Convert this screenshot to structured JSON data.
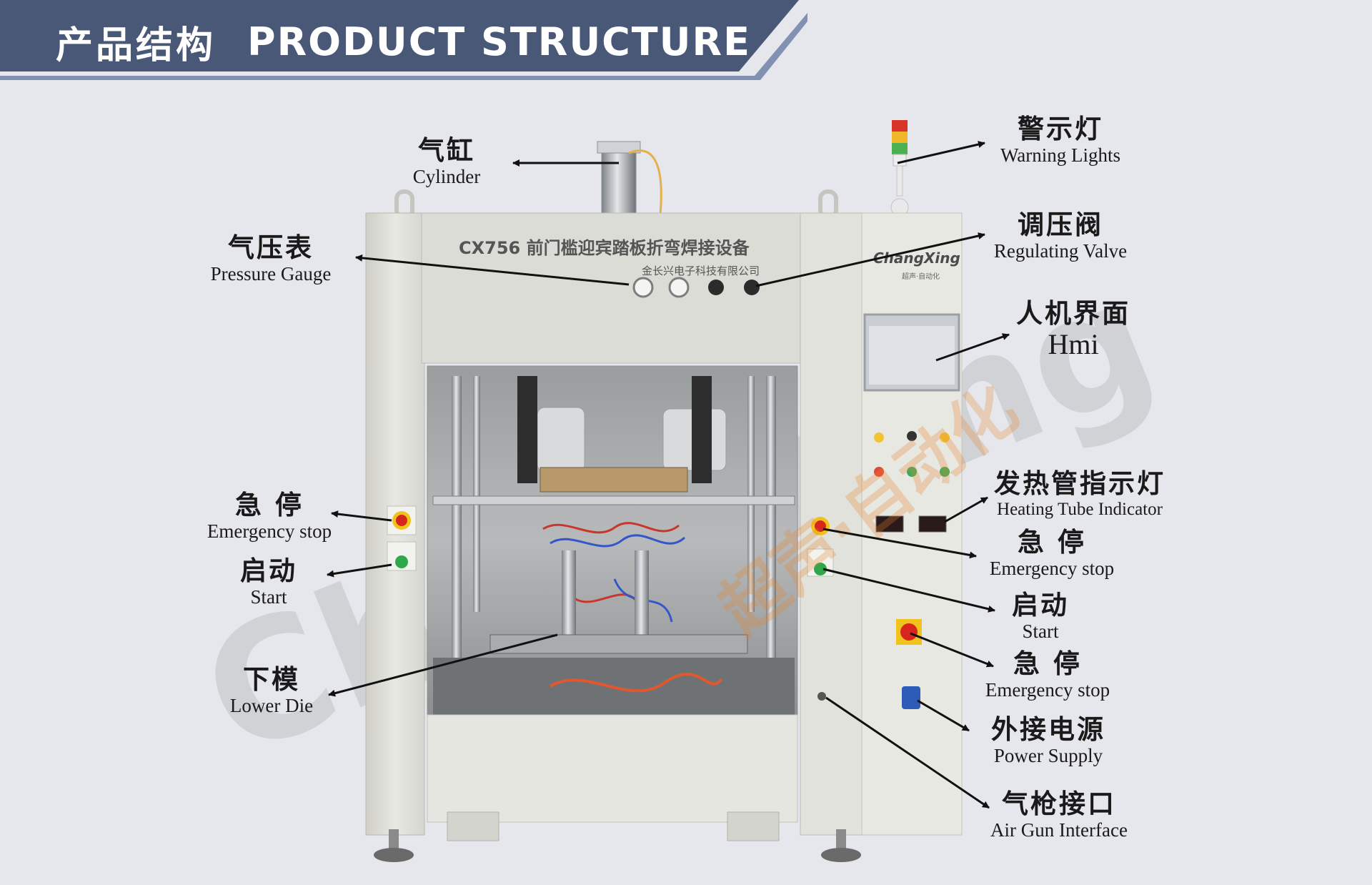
{
  "header": {
    "title_cn": "产品结构",
    "title_en": "PRODUCT STRUCTURE",
    "band_color": "#4a5878",
    "stripe_color": "#8290b2"
  },
  "machine": {
    "model_title": "CX756 前门槛迎宾踏板折弯焊接设备",
    "company": "金长兴电子科技有限公司",
    "brand_logo": "ChangXing",
    "brand_sub": "超声·自动化"
  },
  "watermark": {
    "text_en": "ChangXing",
    "text_cn": "超声·自动化",
    "color_en": "#8a8a8a",
    "color_cn": "#e8842a"
  },
  "callouts": [
    {
      "key": "cylinder",
      "cn": "气缸",
      "en": "Cylinder"
    },
    {
      "key": "pressure_gauge",
      "cn": "气压表",
      "en": "Pressure Gauge"
    },
    {
      "key": "emergency_stop_left",
      "cn": "急 停",
      "en": "Emergency stop"
    },
    {
      "key": "start_left",
      "cn": "启动",
      "en": "Start"
    },
    {
      "key": "lower_die",
      "cn": "下模",
      "en": "Lower Die"
    },
    {
      "key": "warning_lights",
      "cn": "警示灯",
      "en": "Warning Lights"
    },
    {
      "key": "regulating_valve",
      "cn": "调压阀",
      "en": "Regulating Valve"
    },
    {
      "key": "hmi",
      "cn": "人机界面",
      "en": "Hmi"
    },
    {
      "key": "heating_tube_indicator",
      "cn": "发热管指示灯",
      "en": "Heating Tube Indicator"
    },
    {
      "key": "emergency_stop_right",
      "cn": "急 停",
      "en": "Emergency stop"
    },
    {
      "key": "start_right",
      "cn": "启动",
      "en": "Start"
    },
    {
      "key": "emergency_stop_right_2",
      "cn": "急 停",
      "en": "Emergency stop"
    },
    {
      "key": "power_supply",
      "cn": "外接电源",
      "en": "Power Supply"
    },
    {
      "key": "air_gun_interface",
      "cn": "气枪接口",
      "en": "Air Gun Interface"
    }
  ],
  "icons": [
    "arrow-icon",
    "warning-light-icon",
    "pressure-gauge-icon",
    "knob-icon",
    "emergency-stop-icon",
    "start-button-icon",
    "indicator-lamp-icon",
    "power-socket-icon",
    "leveling-foot-icon"
  ]
}
